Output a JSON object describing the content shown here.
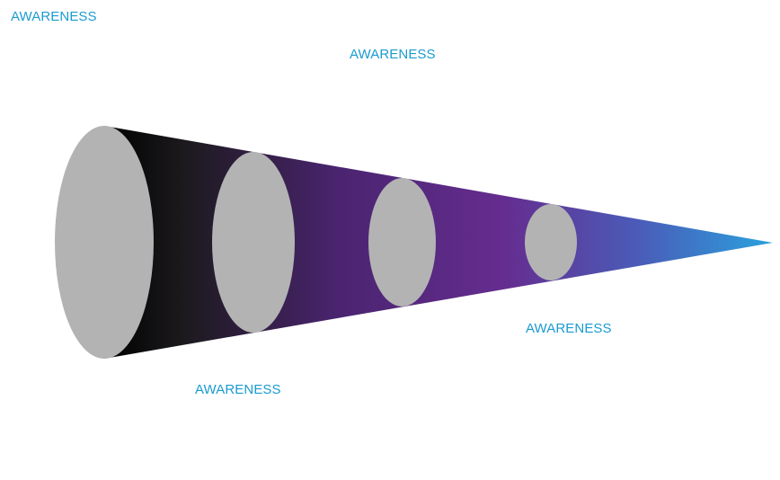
{
  "labels": [
    {
      "text": "AWARENESS"
    },
    {
      "text": "AWARENESS"
    },
    {
      "text": "AWARENESS"
    },
    {
      "text": "AWARENESS"
    }
  ],
  "colors": {
    "label": "#1a9bd0",
    "ellipse": "#b3b3b3",
    "gradient_start": "#000000",
    "gradient_mid": "#5a2a82",
    "gradient_purple": "#652d90",
    "gradient_end": "#2aa2dd"
  },
  "stages": [
    {
      "name": "stage-1"
    },
    {
      "name": "stage-2"
    },
    {
      "name": "stage-3"
    },
    {
      "name": "stage-4"
    }
  ]
}
